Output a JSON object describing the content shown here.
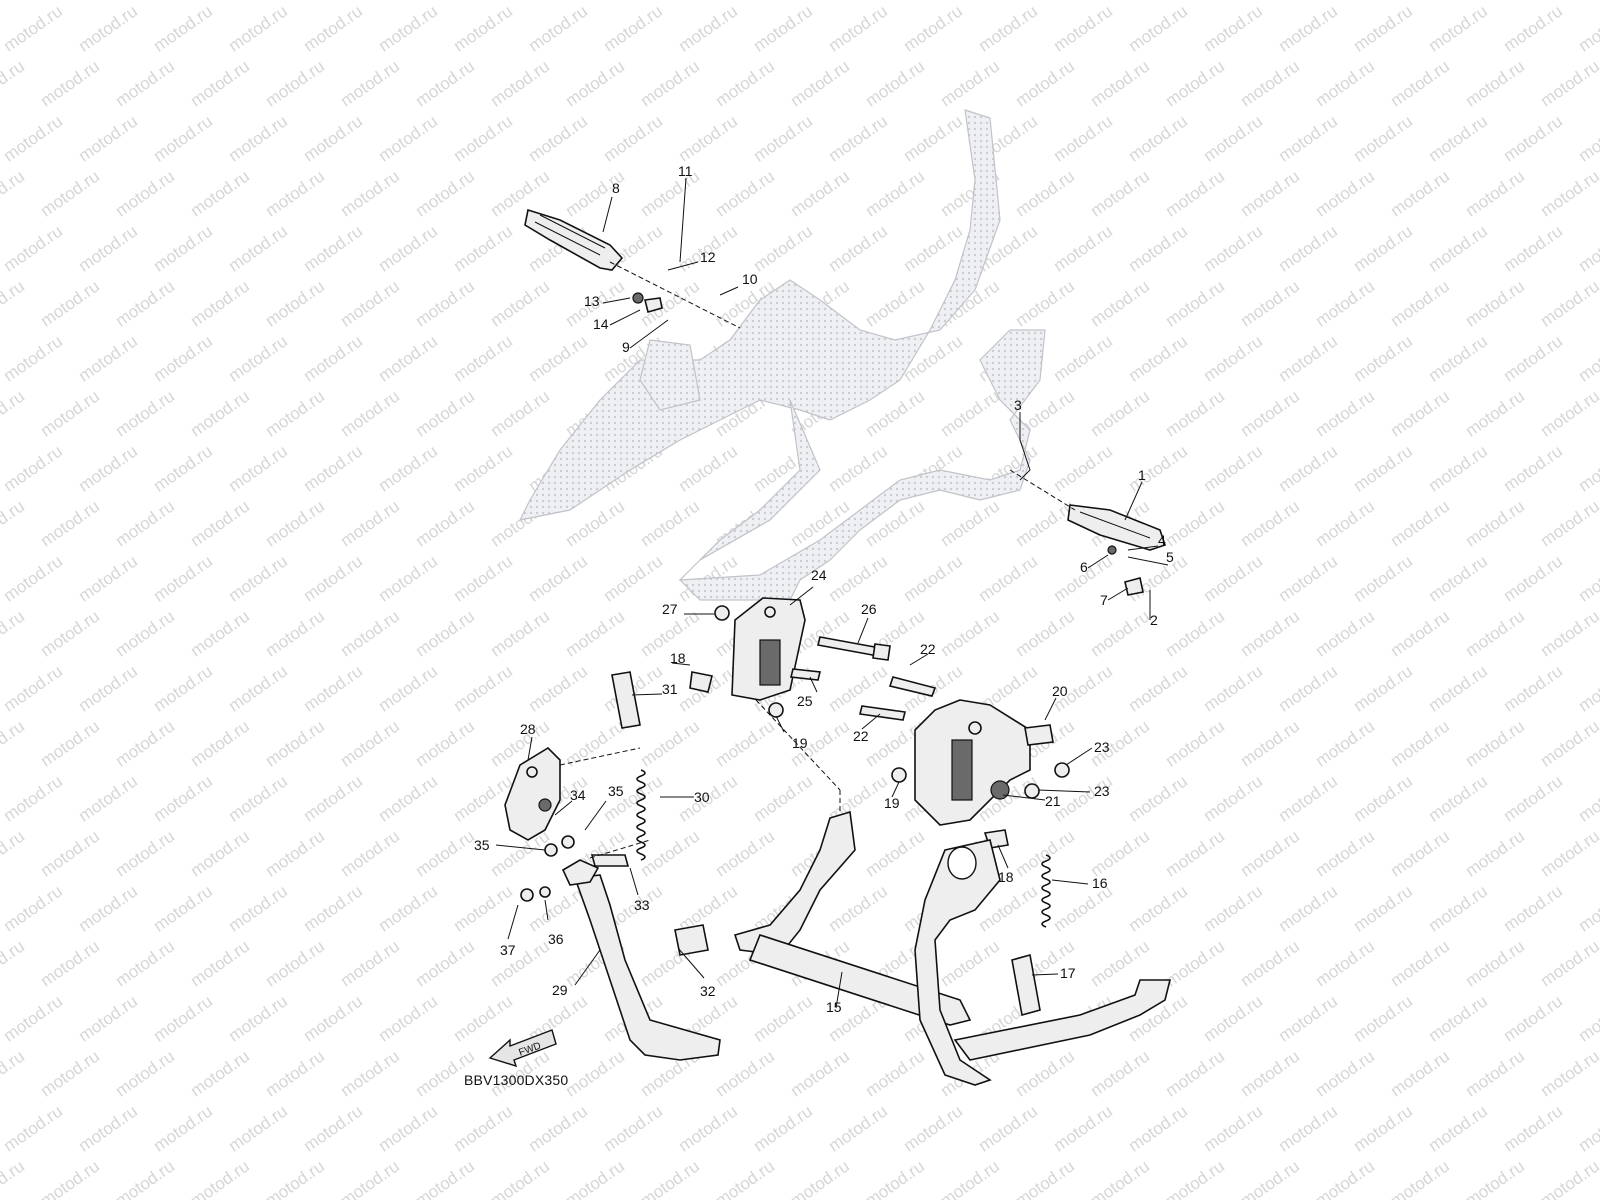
{
  "watermark": "motod.ru",
  "diagram_code": "BBV1300DX350",
  "fwd_label": "FWD",
  "labels": [
    "1",
    "2",
    "3",
    "4",
    "5",
    "6",
    "7",
    "8",
    "9",
    "10",
    "11",
    "12",
    "13",
    "14",
    "15",
    "16",
    "17",
    "18",
    "18",
    "19",
    "19",
    "20",
    "21",
    "22",
    "22",
    "23",
    "23",
    "24",
    "25",
    "26",
    "27",
    "28",
    "29",
    "30",
    "31",
    "32",
    "33",
    "34",
    "35",
    "35",
    "36",
    "37"
  ]
}
